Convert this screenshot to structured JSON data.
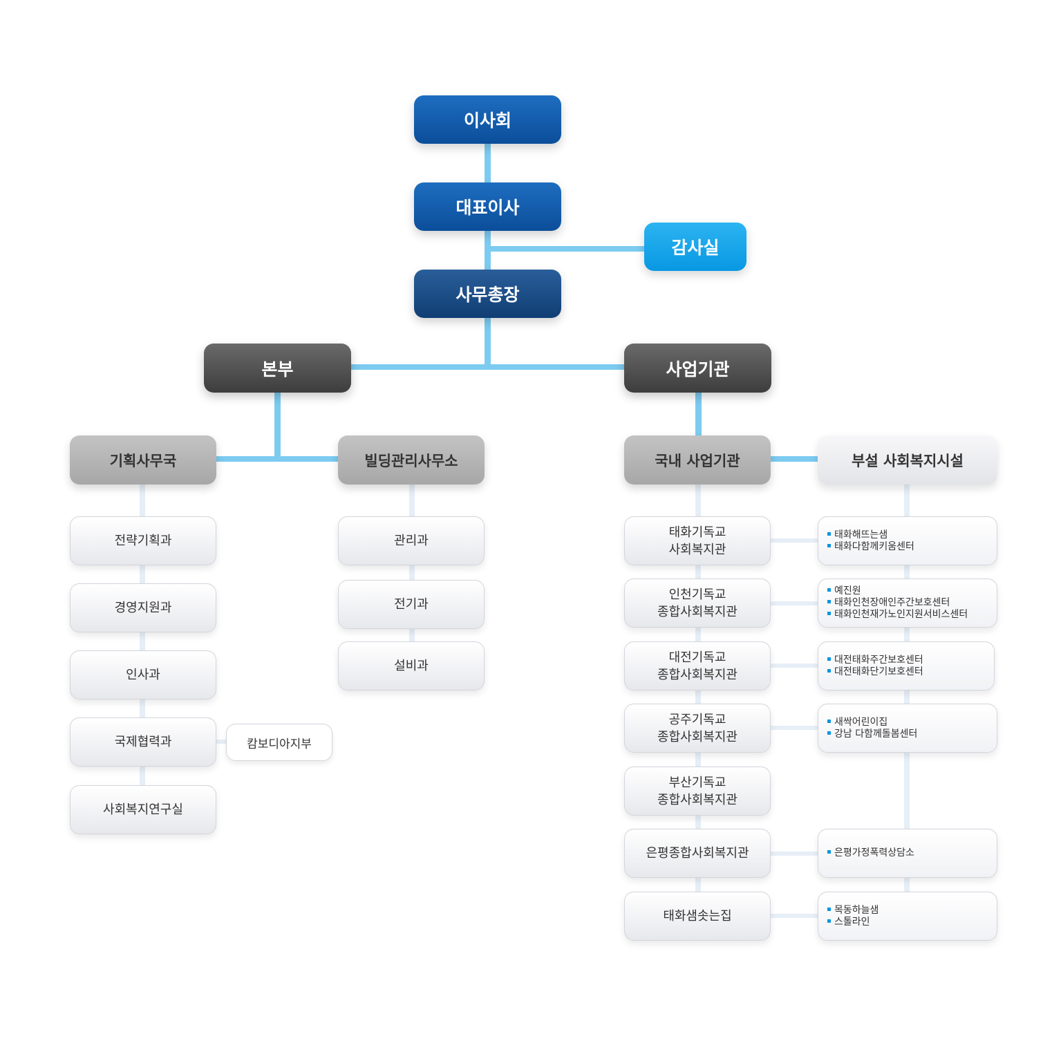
{
  "top": {
    "board": "이사회",
    "ceo": "대표이사",
    "audit": "감사실",
    "secretary_general": "사무총장"
  },
  "divisions": {
    "hq": "본부",
    "institutions": "사업기관"
  },
  "hq": {
    "planning_bureau": {
      "label": "기획사무국",
      "units": [
        "전략기획과",
        "경영지원과",
        "인사과",
        "국제협력과",
        "사회복지연구실"
      ],
      "branch": "캄보디아지부"
    },
    "building_office": {
      "label": "빌딩관리사무소",
      "units": [
        "관리과",
        "전기과",
        "설비과"
      ]
    }
  },
  "institutions": {
    "domestic": {
      "label": "국내 사업기관",
      "units": [
        "태화기독교\n사회복지관",
        "인천기독교\n종합사회복지관",
        "대전기독교\n종합사회복지관",
        "공주기독교\n종합사회복지관",
        "부산기독교\n종합사회복지관",
        "은평종합사회복지관",
        "태화샘솟는집"
      ]
    },
    "attached": {
      "label": "부설 사회복지시설",
      "groups": [
        [
          "태화해뜨는샘",
          "태화다함께키움센터"
        ],
        [
          "예진원",
          "태화인천장애인주간보호센터",
          "태화인천재가노인지원서비스센터"
        ],
        [
          "대전태화주간보호센터",
          "대전태화단기보호센터"
        ],
        [
          "새싹어린이집",
          "강남 다함께돌봄센터"
        ],
        [
          "은평가정폭력상담소"
        ],
        [
          "목동하늘샘",
          "스톨라인"
        ]
      ]
    }
  },
  "colors": {
    "connector": "#7ccbf0",
    "top_blue": "#0b4e9a",
    "audit_cyan": "#0898e2",
    "division_dark": "#3d3d3d",
    "bullet": "#0a95e0"
  }
}
